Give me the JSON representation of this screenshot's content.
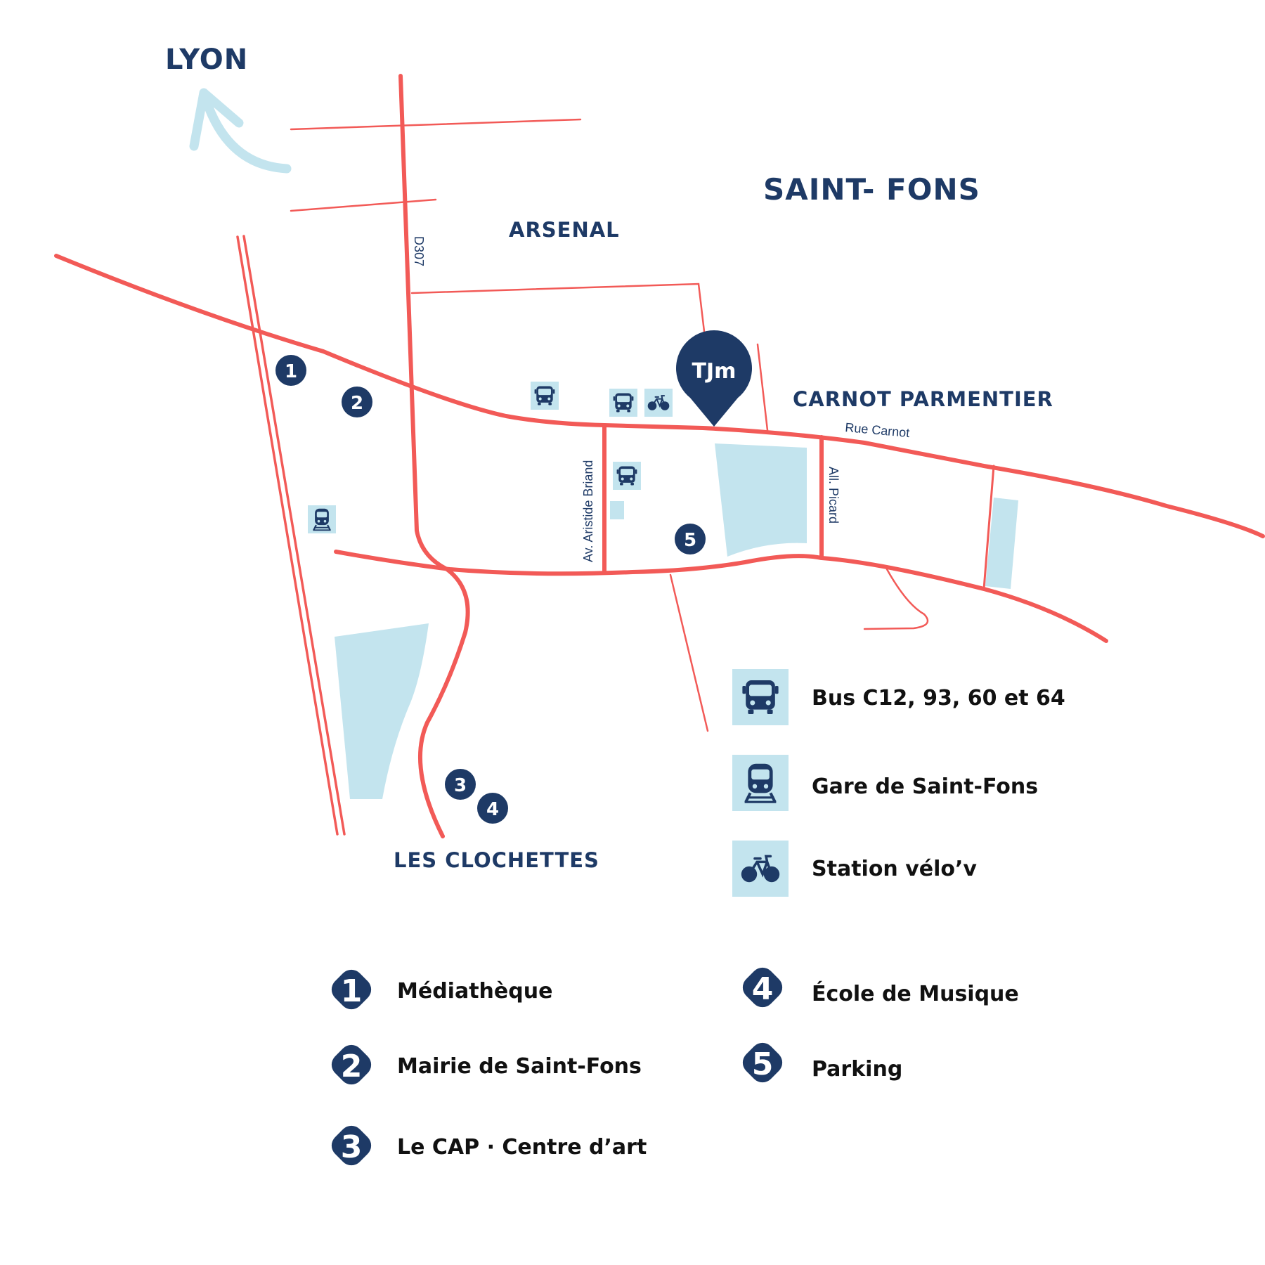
{
  "colors": {
    "road": "#f25a57",
    "navy": "#1e3a66",
    "light_blue": "#c3e4ee"
  },
  "areas": {
    "lyon": "LYON",
    "saint_fons": "SAINT- FONS",
    "arsenal": "ARSENAL",
    "carnot_parmentier": "CARNOT PARMENTIER",
    "les_clochettes": "LES CLOCHETTES"
  },
  "streets": {
    "d307": "D307",
    "rue_carnot": "Rue Carnot",
    "av_aristide_briand": "Av. Aristide Briand",
    "all_picard": "All. Picard"
  },
  "marker": {
    "logo": "TJm"
  },
  "map_points": [
    "1",
    "2",
    "3",
    "4",
    "5"
  ],
  "transport_legend": [
    {
      "icon": "bus-icon",
      "label": "Bus C12, 93, 60 et 64"
    },
    {
      "icon": "train-icon",
      "label": "Gare de Saint-Fons"
    },
    {
      "icon": "bike-icon",
      "label": "Station vélo’v"
    }
  ],
  "places_legend": [
    {
      "number": "1",
      "label": "Médiathèque"
    },
    {
      "number": "2",
      "label": "Mairie de Saint-Fons"
    },
    {
      "number": "3",
      "label": "Le CAP · Centre d’art"
    },
    {
      "number": "4",
      "label": "École de Musique"
    },
    {
      "number": "5",
      "label": "Parking"
    }
  ]
}
